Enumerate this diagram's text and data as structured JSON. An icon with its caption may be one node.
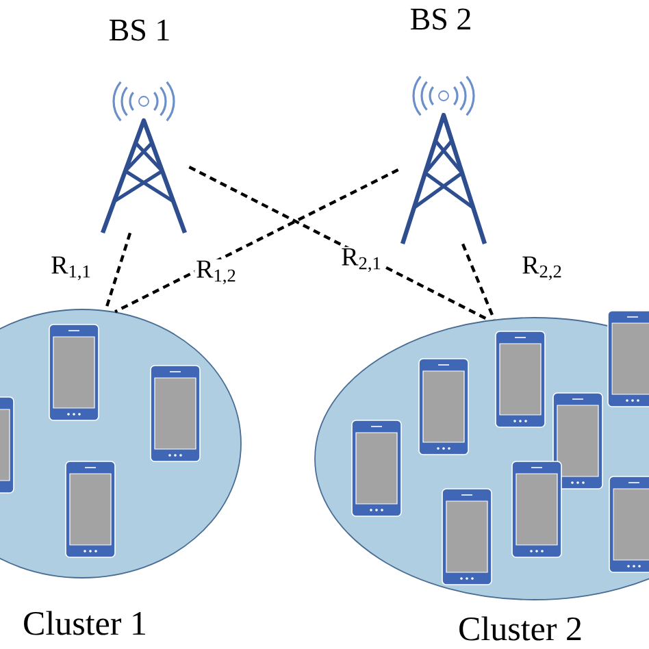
{
  "diagram": {
    "nodes": [
      {
        "text": [
          "BS 1"
        ]
      },
      {
        "text": [
          "BS 2"
        ]
      },
      {
        "text": [
          "Cluster 1"
        ]
      },
      {
        "text": [
          "Cluster 2"
        ]
      }
    ],
    "edges": [
      {
        "from": 0,
        "to": 2,
        "arrow": "none",
        "style": "dashed",
        "label": "R$_{1,1}$"
      },
      {
        "from": 1,
        "to": 2,
        "arrow": "none",
        "style": "dashed",
        "label": "R$_{1,2}$"
      },
      {
        "from": 0,
        "to": 3,
        "arrow": "none",
        "style": "dashed",
        "label": "R$_{2,1}$"
      },
      {
        "from": 1,
        "to": 3,
        "arrow": "none",
        "style": "dashed",
        "label": "R$_{2,2}$"
      }
    ]
  }
}
